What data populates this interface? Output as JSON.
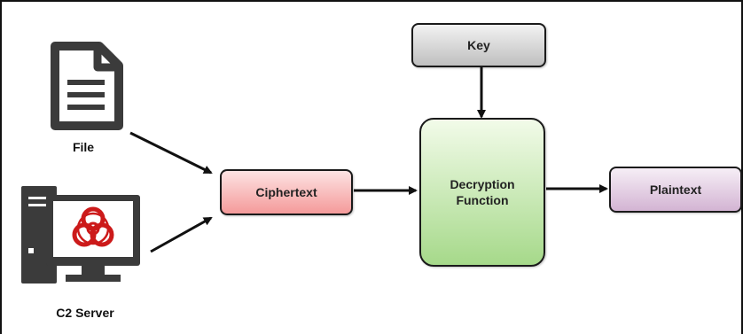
{
  "sources": {
    "file_label": "File",
    "server_label": "C2 Server"
  },
  "nodes": {
    "ciphertext": "Ciphertext",
    "key": "Key",
    "decryption_line1": "Decryption",
    "decryption_line2": "Function",
    "plaintext": "Plaintext"
  },
  "colors": {
    "ciphertext_fill": [
      "#fde3e3",
      "#f49a9a"
    ],
    "key_fill": [
      "#f2f2f2",
      "#bfbfbf"
    ],
    "decryption_fill": [
      "#f2fbe9",
      "#a6d98a"
    ],
    "plaintext_fill": [
      "#f6eef6",
      "#d3b4d3"
    ],
    "outline": "#1a1a1a",
    "icon_dark": "#3b3b3b",
    "biohazard_red": "#cc1a1a"
  }
}
